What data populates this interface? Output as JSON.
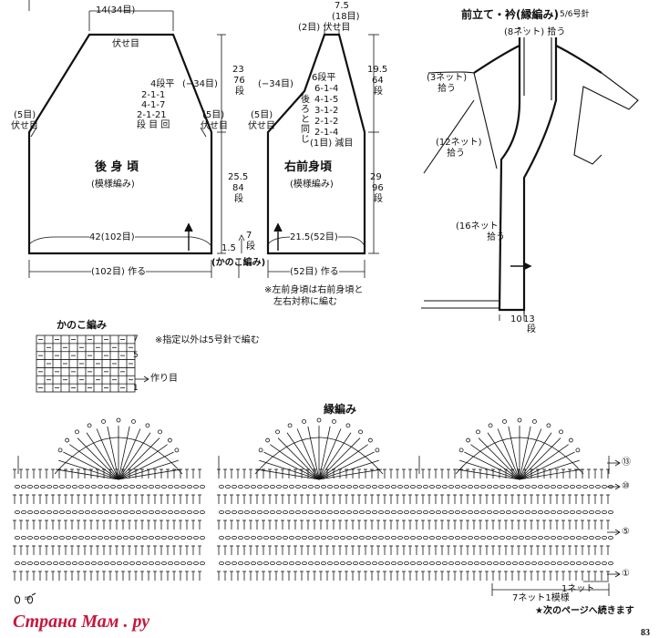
{
  "back": {
    "top_width": "14(34目)",
    "bind_off": "伏せ目",
    "dec_rule": [
      "4段平",
      "2-1-1",
      "4-1-7",
      "2-1-21",
      "段 目 回"
    ],
    "side_sts": "(−34目)",
    "left_edge": [
      "(5目)",
      "伏せ目"
    ],
    "right_edge": [
      "(5目)",
      "伏せ目"
    ],
    "title": "後 身 頃",
    "pattern": "(模様編み)",
    "bottom_width": "42(102目)",
    "cast_on": "(102目) 作る",
    "armhole_depth": [
      "23",
      "76",
      "段"
    ],
    "body_height": [
      "25.5",
      "84",
      "段"
    ]
  },
  "front": {
    "top_width": [
      "7.5",
      "(18目)"
    ],
    "bind_off": "(2目) 伏せ目",
    "dec_rule": [
      "6段平",
      "6-1-4",
      "4-1-5",
      "3-1-2",
      "2-1-2",
      "2-1-4",
      "(1目) 減目"
    ],
    "dec_note": [
      "後",
      "ろ",
      "と",
      "同",
      "じ"
    ],
    "side_sts": "(−34目)",
    "left_edge": [
      "(5目)",
      "伏せ目"
    ],
    "title": "右前身頃",
    "pattern": "(模様編み)",
    "bottom_width": "21.5(52目)",
    "cast_on": "(52目) 作る",
    "armhole_depth": [
      "19.5",
      "64",
      "段"
    ],
    "body_height": [
      "29",
      "96",
      "段"
    ]
  },
  "hem": {
    "height": "1.5",
    "rows": [
      "7",
      "段"
    ],
    "label": "(かのこ編み)"
  },
  "note_left_front": [
    "※左前身頃は右前身頃と",
    "左右対称に編む"
  ],
  "collar": {
    "title": "前立て・衿(縁編み)",
    "needle": "5/6号針",
    "pick_8": "(8ネット) 拾う",
    "pick_3": [
      "(3ネット)",
      "拾う"
    ],
    "pick_12": [
      "(12ネット)",
      "拾う"
    ],
    "pick_16": [
      "(16ネット)",
      "拾う"
    ],
    "width": "10",
    "width_rows": [
      "13",
      "段"
    ]
  },
  "kanoko": {
    "title": "かのこ編み",
    "row_labels": [
      "7",
      "5",
      "1"
    ],
    "cast_on": "作り目",
    "note": "※指定以外は5号針で編む"
  },
  "edging": {
    "title": "縁編み",
    "row_labels": [
      "⑬",
      "⑩",
      "⑤",
      "①"
    ],
    "net_label": "1ネット",
    "repeat": "7ネット1模様",
    "continue": "★次のページへ続きます",
    "legend": "= "
  },
  "watermark": "Страна Мам . ру",
  "page_number": "83"
}
